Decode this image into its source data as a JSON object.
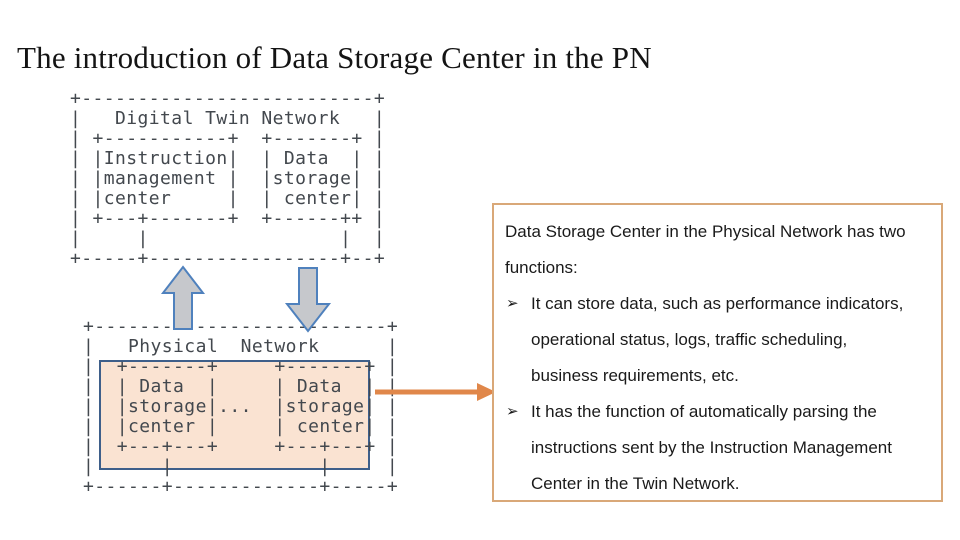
{
  "slide": {
    "title": "The introduction of Data Storage Center in the PN"
  },
  "diagram": {
    "twin_network_ascii": [
      "+--------------------------+",
      "|   Digital Twin Network   |",
      "| +-----------+  +-------+ |",
      "| |Instruction|  | Data  | |",
      "| |management |  |storage| |",
      "| |center     |  | center| |",
      "| +---+-------+  +------++ |",
      "|     |                 |  |",
      "+-----+-----------------+--+"
    ],
    "physical_network_ascii": [
      "+--------------------------+",
      "|   Physical  Network      |",
      "|  +-------+     +-------+ |",
      "|  | Data  |     | Data  | |",
      "|  |storage|...  |storage| |",
      "|  |center |     | center| |",
      "|  +---+---+     +---+---+ |",
      "|      |             |     |",
      "+------+-------------+-----+"
    ]
  },
  "callout": {
    "intro_lines": [
      "Data Storage Center in the Physical Network has two",
      "functions:"
    ],
    "bullet_glyph": "➢",
    "bullets": [
      {
        "lines": [
          "It can store data, such as performance indicators,",
          "operational status, logs, traffic scheduling,",
          "business requirements, etc."
        ]
      },
      {
        "lines": [
          "It has the function of automatically parsing the",
          "instructions sent by the Instruction Management",
          "Center in the Twin Network."
        ]
      }
    ]
  },
  "colors": {
    "title_color": "#141414",
    "ascii_text": "#43484e",
    "block_arrow_fill": "#c6c8cc",
    "block_arrow_stroke": "#4f81bd",
    "highlight_fill": "#fae3d2",
    "highlight_border": "#3e5f8a",
    "callout_border": "#d9a878",
    "connector_orange": "#e0874a"
  }
}
